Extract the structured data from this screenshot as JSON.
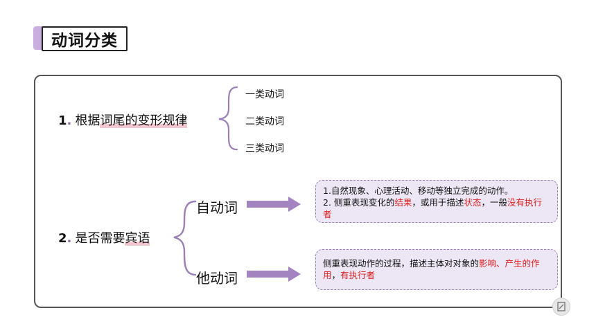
{
  "title": "动词分类",
  "section1": {
    "number": "1",
    "title_plain": "根据",
    "title_highlight": "词尾的变形规律",
    "items": [
      "一类动词",
      "二类动词",
      "三类动词"
    ]
  },
  "section2": {
    "number": "2",
    "title_plain": "是否需要",
    "title_highlight": "宾语",
    "intransitive": {
      "label": "自动词",
      "line1": "1.自然现象、心理活动、移动等独立完成的动作。",
      "line2_a": "2. 侧重表现变化的",
      "line2_b": "结果",
      "line2_c": "，或用于描述",
      "line2_d": "状态",
      "line2_e": "，一般",
      "line2_f": "没有执行者"
    },
    "transitive": {
      "label": "他动词",
      "a": "侧重表现动作的过程，描述主体对对象的",
      "b": "影响、产生的作用",
      "c": "，",
      "d": "有执行者"
    }
  },
  "colors": {
    "accent_purple": "#9d7fb8",
    "arrow_purple": "#a383c0",
    "highlight_pink": "#f4c6cf",
    "emphasis_red": "#e02020"
  }
}
